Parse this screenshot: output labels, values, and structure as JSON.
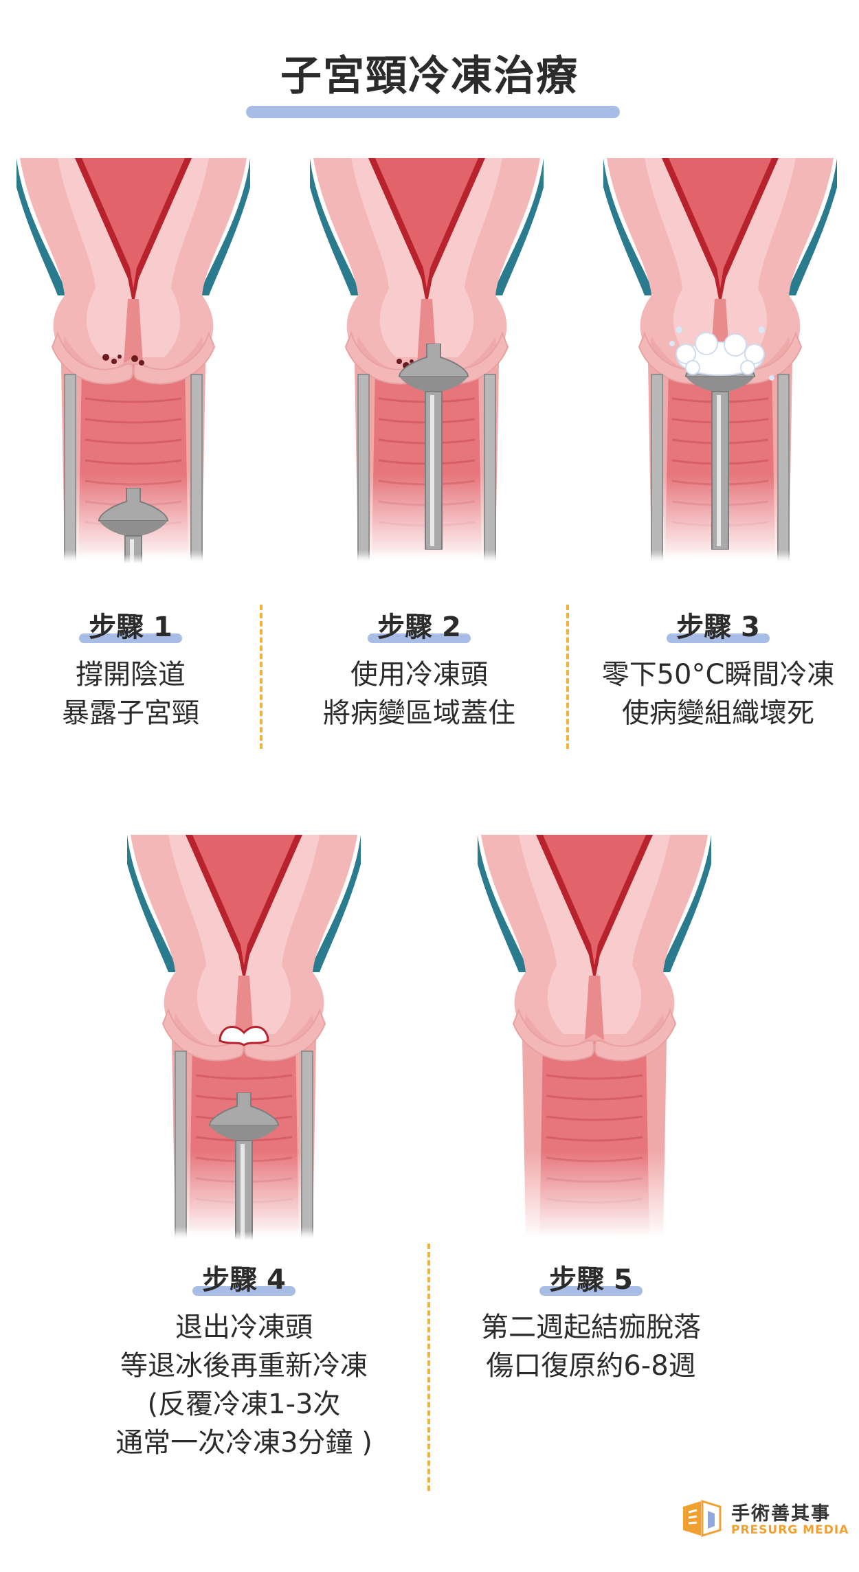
{
  "title": "子宮頸冷凍治療",
  "steps": [
    {
      "label": "步驟 1",
      "lines": [
        "撐開陰道",
        "暴露子宮頸"
      ]
    },
    {
      "label": "步驟 2",
      "lines": [
        "使用冷凍頭",
        "將病變區域蓋住"
      ]
    },
    {
      "label": "步驟 3",
      "lines": [
        "零下50°C瞬間冷凍",
        "使病變組織壞死"
      ]
    },
    {
      "label": "步驟 4",
      "lines": [
        "退出冷凍頭",
        "等退冰後再重新冷凍",
        "(反覆冷凍1-3次",
        "通常一次冷凍3分鐘 )"
      ]
    },
    {
      "label": "步驟 5",
      "lines": [
        "第二週起結痂脫落",
        "傷口復原約6-8週"
      ]
    }
  ],
  "logo": {
    "name_cn": "手術善其事",
    "name_en": "PRESURG MEDIA"
  },
  "colors": {
    "accent_bar": "#a8bde6",
    "divider": "#f2b33c",
    "tissue": "#f4b7b7",
    "uterus": "#e2646a",
    "teal_edge": "#2a7b8e",
    "speculum": "#b8b8b8"
  }
}
